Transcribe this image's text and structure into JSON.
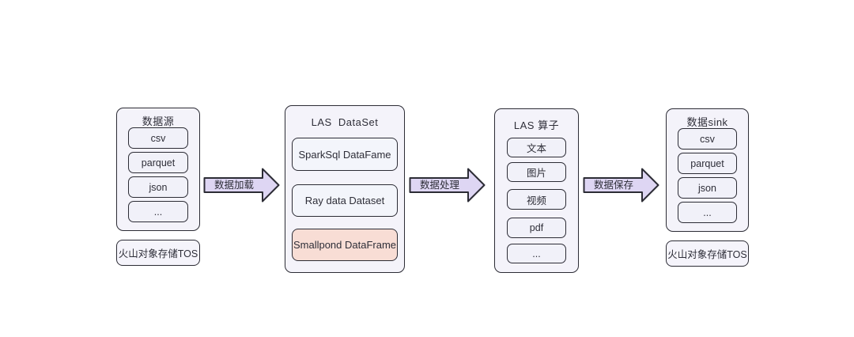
{
  "diagram": {
    "colors": {
      "background": "#ffffff",
      "border": "#2c2c35",
      "panel_fill": "#f4f3fa",
      "item_fill": "#f1f1f9",
      "dataset_item_fill": "#f3f5fb",
      "highlight_item_fill": "#f8ddd5",
      "arrow_fill": "#ded6f3",
      "text": "#2e2e38"
    },
    "columns": [
      {
        "id": "data-source",
        "title": "数据源",
        "items": [
          "csv",
          "parquet",
          "json",
          "..."
        ],
        "storage": "火山对象存储TOS"
      },
      {
        "id": "las-dataset",
        "title": "LAS  DataSet",
        "items": [
          "SparkSql DataFame",
          "Ray data Dataset",
          "Smallpond DataFrame"
        ],
        "highlight_index": 2
      },
      {
        "id": "las-operator",
        "title": "LAS 算子",
        "items": [
          "文本",
          "图片",
          "视频",
          "pdf",
          "..."
        ]
      },
      {
        "id": "data-sink",
        "title": "数据sink",
        "items": [
          "csv",
          "parquet",
          "json",
          "..."
        ],
        "storage": "火山对象存储TOS"
      }
    ],
    "arrows": [
      {
        "label": "数据加载"
      },
      {
        "label": "数据处理"
      },
      {
        "label": "数据保存"
      }
    ]
  }
}
